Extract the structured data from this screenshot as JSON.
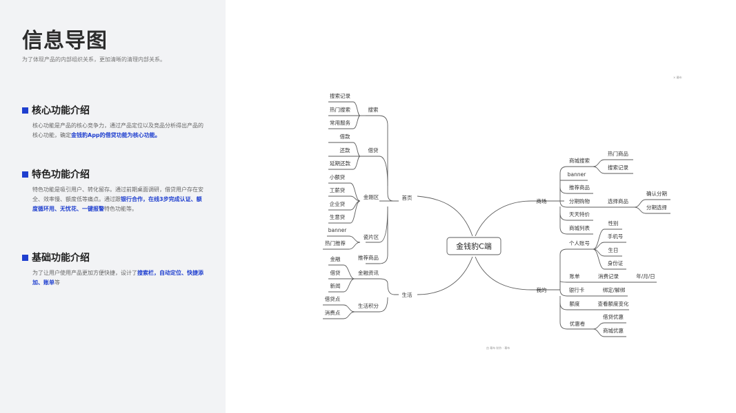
{
  "page": {
    "title": "信息导图",
    "subtitle": "为了体现产品的内部组织关系，更加清晰的清理内部关系。"
  },
  "sections": [
    {
      "title": "核心功能介绍",
      "text_a": "核心功能是产品的核心竞争力，通过产品定位以及竞品分析得出产品的核心功能，确定",
      "highlight": "金钱豹App的借贷功能为核心功能。",
      "text_b": ""
    },
    {
      "title": "特色功能介绍",
      "text_a": "特色功能是吸引用户、转化留存。通过前期桌面调研，借贷用户存在安全、效率慢、额度低等痛点。通过跟",
      "highlight": "银行合作，在线3步完成认证、额度循环用、无忧花、一键报警",
      "text_b": "特色功能等。"
    },
    {
      "title": "基础功能介绍",
      "text_a": "为了让用户使用产品更加方便快捷，设计了",
      "highlight": "搜索栏，自动定位、快捷添加、账单",
      "text_b": "等"
    }
  ],
  "mindmap": {
    "center": "金钱豹C端",
    "branches": {
      "shouye": {
        "label": "首页",
        "search": {
          "label": "搜索",
          "children": [
            "搜索记录",
            "热门搜索",
            "常用服务"
          ]
        },
        "loan": {
          "label": "借贷",
          "children": [
            "借款",
            "还款",
            "延期还款"
          ]
        },
        "jingang": {
          "label": "金刚区",
          "children": [
            "小额贷",
            "工薪贷",
            "企业贷",
            "生意贷"
          ]
        },
        "cipian": {
          "label": "瓷片区",
          "children": [
            "banner",
            "热门推荐"
          ]
        },
        "tuijian": {
          "label": "推荐商品"
        }
      },
      "shenghuo": {
        "label": "生活",
        "zixun": {
          "label": "金融资讯",
          "children": [
            "金融",
            "借贷",
            "新闻"
          ]
        },
        "jifen": {
          "label": "生活积分",
          "children": [
            "借贷点",
            "消费点"
          ]
        }
      },
      "shangcheng": {
        "label": "商场",
        "sousuo": {
          "label": "商城搜索",
          "children": [
            "热门商品",
            "搜索记录"
          ]
        },
        "banner": {
          "label": "banner"
        },
        "tuijian": {
          "label": "推荐商品"
        },
        "fenqi": {
          "label": "分期购物",
          "xuanze": {
            "label": "选择商品",
            "children": [
              "确认分期",
              "分期选择"
            ]
          }
        },
        "tejia": {
          "label": "天天特价"
        },
        "liebiao": {
          "label": "商城列表"
        }
      },
      "wode": {
        "label": "我的",
        "account": {
          "label": "个人账号",
          "children": [
            "性别",
            "手机号",
            "生日",
            "身份证"
          ]
        },
        "bill": {
          "label": "账单",
          "child": "消费记录",
          "grand": "年/月/日"
        },
        "card": {
          "label": "银行卡",
          "child": "绑定/解绑"
        },
        "quota": {
          "label": "额度",
          "child": "查看额度变化"
        },
        "coupon": {
          "label": "优惠卷",
          "children": [
            "借贷优惠",
            "商城优惠"
          ]
        }
      }
    },
    "top_meta": "✕ 幕布",
    "bottom_meta": "由 幕布 制作 · 幕布"
  },
  "colors": {
    "accent": "#1f3fcf",
    "line": "#5a5a5a",
    "sidebar_bg": "#f2f3f5"
  }
}
